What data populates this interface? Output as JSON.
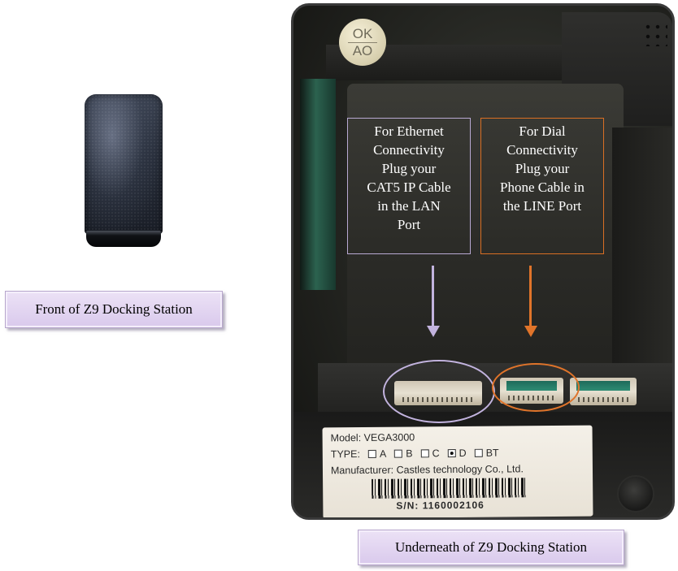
{
  "captions": {
    "front": "Front of Z9 Docking Station",
    "underneath": "Underneath of Z9 Docking Station"
  },
  "sticker_ok": {
    "top": "OK",
    "bottom": "AO"
  },
  "instructions": {
    "ethernet": "For Ethernet\nConnectivity\nPlug your\nCAT5 IP Cable\nin the LAN\nPort",
    "dial": "For Dial\nConnectivity\nPlug your\nPhone Cable in\nthe LINE Port"
  },
  "label": {
    "model_prefix": "Model:",
    "model": "VEGA3000",
    "type_prefix": "TYPE:",
    "types": [
      {
        "name": "A",
        "checked": false
      },
      {
        "name": "B",
        "checked": false
      },
      {
        "name": "C",
        "checked": false
      },
      {
        "name": "D",
        "checked": true
      },
      {
        "name": "BT",
        "checked": false
      }
    ],
    "manufacturer": "Manufacturer: Castles technology Co., Ltd.",
    "serial": "S/N: 1160002106"
  },
  "colors": {
    "ethernet_accent": "#c2b3de",
    "dial_accent": "#e0742a",
    "caption_bg": "#ddd0ee"
  }
}
